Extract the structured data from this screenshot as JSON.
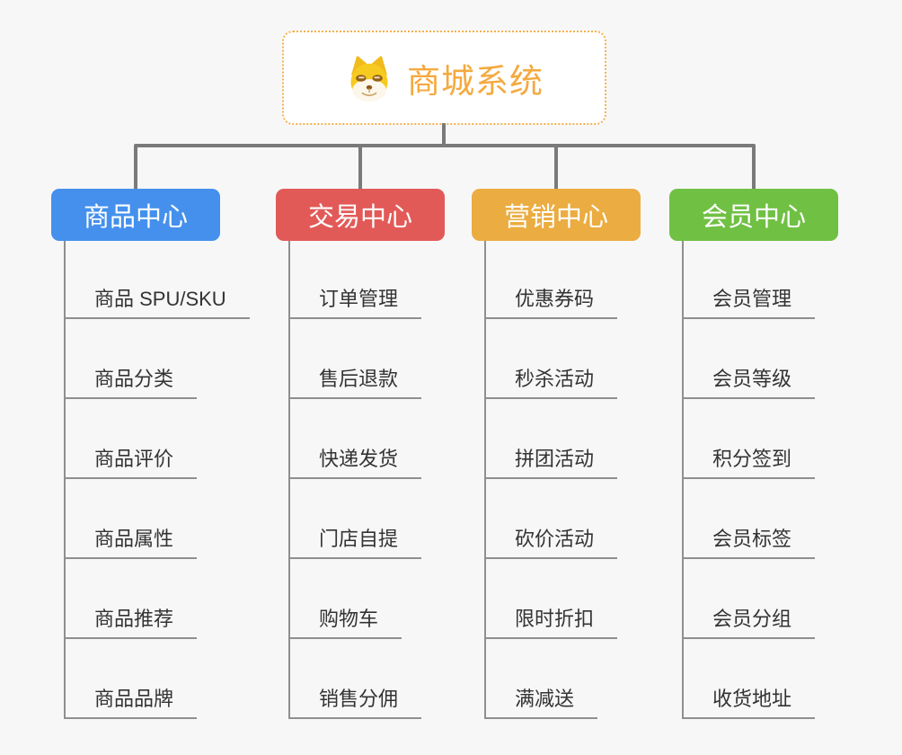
{
  "background_color": "#F7F7F8",
  "connector_color": "#7A7A7A",
  "root": {
    "title": "商城系统",
    "icon": "doge-face-icon",
    "accent_color": "#F5A93E",
    "border_color": "#F3B04C"
  },
  "branches": [
    {
      "label": "商品中心",
      "color": "#4490EC",
      "items": [
        "商品 SPU/SKU",
        "商品分类",
        "商品评价",
        "商品属性",
        "商品推荐",
        "商品品牌"
      ]
    },
    {
      "label": "交易中心",
      "color": "#E25A58",
      "items": [
        "订单管理",
        "售后退款",
        "快递发货",
        "门店自提",
        "购物车",
        "销售分佣"
      ]
    },
    {
      "label": "营销中心",
      "color": "#EBAC41",
      "items": [
        "优惠券码",
        "秒杀活动",
        "拼团活动",
        "砍价活动",
        "限时折扣",
        "满减送"
      ]
    },
    {
      "label": "会员中心",
      "color": "#70C044",
      "items": [
        "会员管理",
        "会员等级",
        "积分签到",
        "会员标签",
        "会员分组",
        "收货地址"
      ]
    }
  ]
}
